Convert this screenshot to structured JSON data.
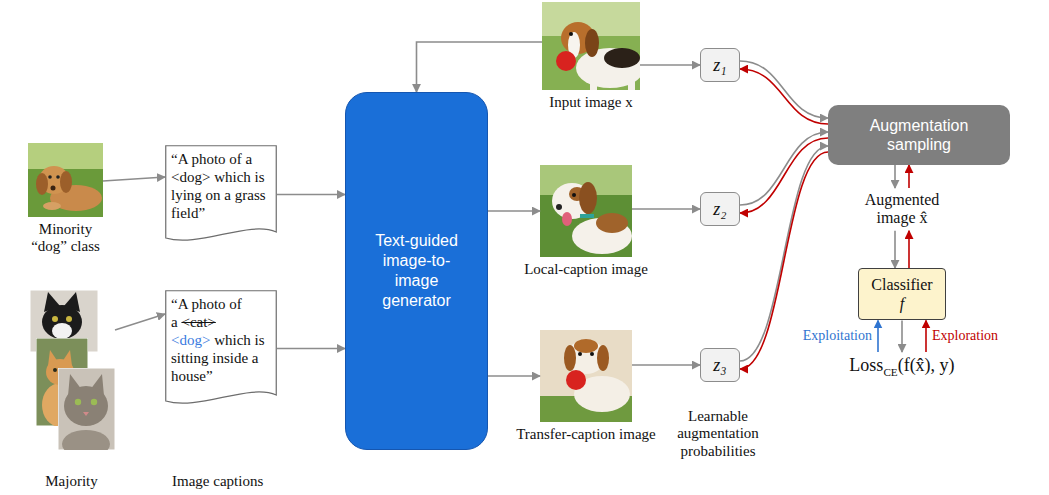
{
  "diagram": {
    "nodes": [
      {
        "text": [
          "Input image x"
        ]
      },
      {
        "text": [
          "Minority “dog” class"
        ]
      },
      {
        "text": [
          "“A photo of a <dog> which is lying on a grass field”"
        ]
      },
      {
        "text": [
          "Majority"
        ]
      },
      {
        "text": [
          "“A photo of a",
          "<cat>",
          "<dog>",
          "which is sitting inside a house”"
        ]
      },
      {
        "text": [
          "Text-guided image-to-image generator"
        ]
      },
      {
        "text": [
          "Local-caption image"
        ]
      },
      {
        "text": [
          "Transfer-caption image"
        ]
      },
      {
        "text": [
          "z₁"
        ]
      },
      {
        "text": [
          "z₂"
        ]
      },
      {
        "text": [
          "z₃"
        ]
      },
      {
        "text": [
          "Augmentation sampling"
        ]
      },
      {
        "text": [
          "Augmented image x̂"
        ]
      },
      {
        "text": [
          "Classifier",
          "f"
        ]
      },
      {
        "text": [
          "Loss",
          "CE",
          "(f(x̂), y)"
        ]
      }
    ],
    "edges": [
      {
        "from": 0,
        "to": 5,
        "arrow": "to"
      },
      {
        "from": 0,
        "to": 8,
        "arrow": "to"
      },
      {
        "from": 1,
        "to": 2,
        "arrow": "to"
      },
      {
        "from": 3,
        "to": 4,
        "arrow": "to"
      },
      {
        "from": 2,
        "to": 5,
        "arrow": "to"
      },
      {
        "from": 4,
        "to": 5,
        "arrow": "to"
      },
      {
        "from": 5,
        "to": 6,
        "arrow": "to"
      },
      {
        "from": 5,
        "to": 7,
        "arrow": "to"
      },
      {
        "from": 6,
        "to": 9,
        "arrow": "to"
      },
      {
        "from": 7,
        "to": 10,
        "arrow": "to"
      },
      {
        "from": 8,
        "to": 11,
        "arrow": "to"
      },
      {
        "from": 9,
        "to": 11,
        "arrow": "to"
      },
      {
        "from": 10,
        "to": 11,
        "arrow": "to"
      },
      {
        "from": 11,
        "to": 8,
        "arrow": "to"
      },
      {
        "from": 11,
        "to": 9,
        "arrow": "to"
      },
      {
        "from": 11,
        "to": 10,
        "arrow": "to"
      },
      {
        "from": 11,
        "to": 12,
        "arrow": "to"
      },
      {
        "from": 12,
        "to": 11,
        "arrow": "to"
      },
      {
        "from": 12,
        "to": 13,
        "arrow": "to"
      },
      {
        "from": 13,
        "to": 12,
        "arrow": "to"
      },
      {
        "from": 13,
        "to": 14,
        "arrow": "to"
      },
      {
        "from": 14,
        "to": 13,
        "arrow": "to",
        "label": "Exploitation"
      },
      {
        "from": 14,
        "to": 13,
        "arrow": "to",
        "label": "Exploration"
      }
    ],
    "labels": [
      "Image captions",
      "Learnable augmentation probabilities"
    ]
  }
}
